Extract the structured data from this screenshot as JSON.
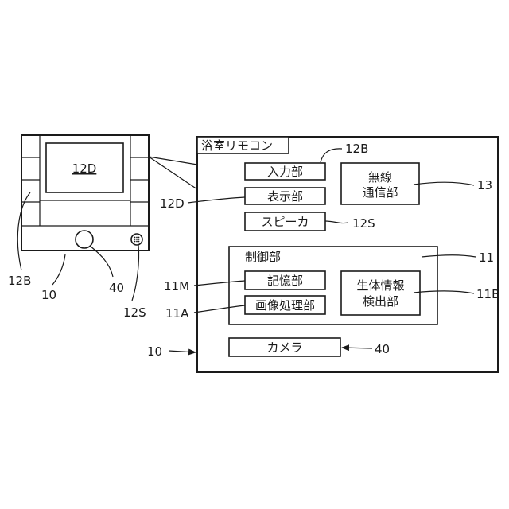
{
  "device": {
    "screen_label": "12D",
    "callouts": {
      "input_buttons": "12B",
      "remote": "10",
      "camera": "40",
      "speaker": "12S"
    }
  },
  "block": {
    "title": "浴室リモコン",
    "input_unit": "入力部",
    "display_unit": "表示部",
    "speaker": "スピーカ",
    "wireless_line1": "無線",
    "wireless_line2": "通信部",
    "control_unit": "制御部",
    "memory_unit": "記憶部",
    "image_processing_unit": "画像処理部",
    "bio_line1": "生体情報",
    "bio_line2": "検出部",
    "camera": "カメラ",
    "refs": {
      "input_unit": "12B",
      "display_unit": "12D",
      "speaker": "12S",
      "wireless": "13",
      "control_unit": "11",
      "memory_unit": "11M",
      "image_processing_unit": "11A",
      "bio": "11B",
      "remote": "10",
      "camera": "40"
    }
  }
}
